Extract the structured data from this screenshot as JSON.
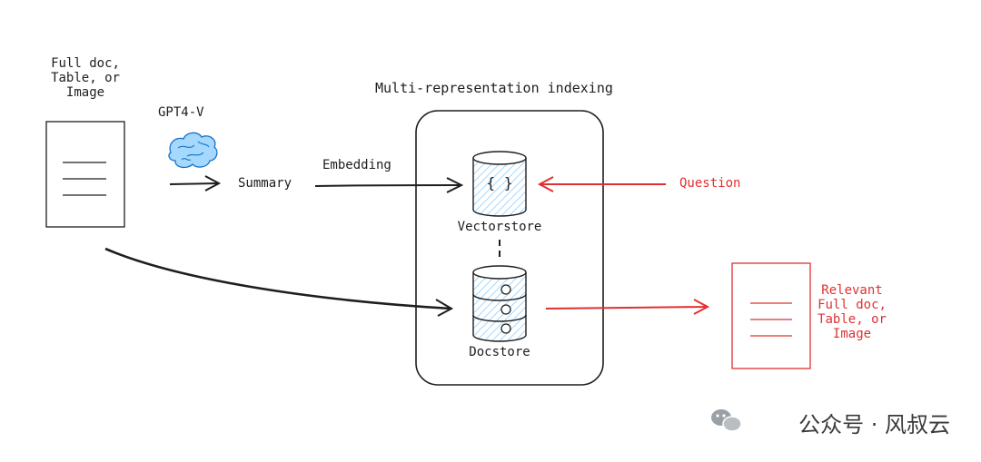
{
  "nodes": {
    "input_doc": {
      "label": "Full doc,\nTable, or\nImage"
    },
    "gpt": {
      "label": "GPT4-V"
    },
    "summary": {
      "label": "Summary"
    },
    "embedding": {
      "label": "Embedding"
    },
    "group": {
      "title": "Multi-representation indexing"
    },
    "vectorstore": {
      "label": "Vectorstore",
      "glyph": "{ }"
    },
    "docstore": {
      "label": "Docstore"
    },
    "question": {
      "label": "Question"
    },
    "output_doc": {
      "label": "Relevant\nFull doc,\nTable, or\nImage"
    }
  },
  "colors": {
    "ink": "#1e1e1e",
    "accent": "#e03131",
    "fill": "#a5d8ff",
    "brain": "#4dabf7"
  },
  "watermark": {
    "text": "公众号 · 风叔云",
    "icon": "wechat-icon"
  }
}
